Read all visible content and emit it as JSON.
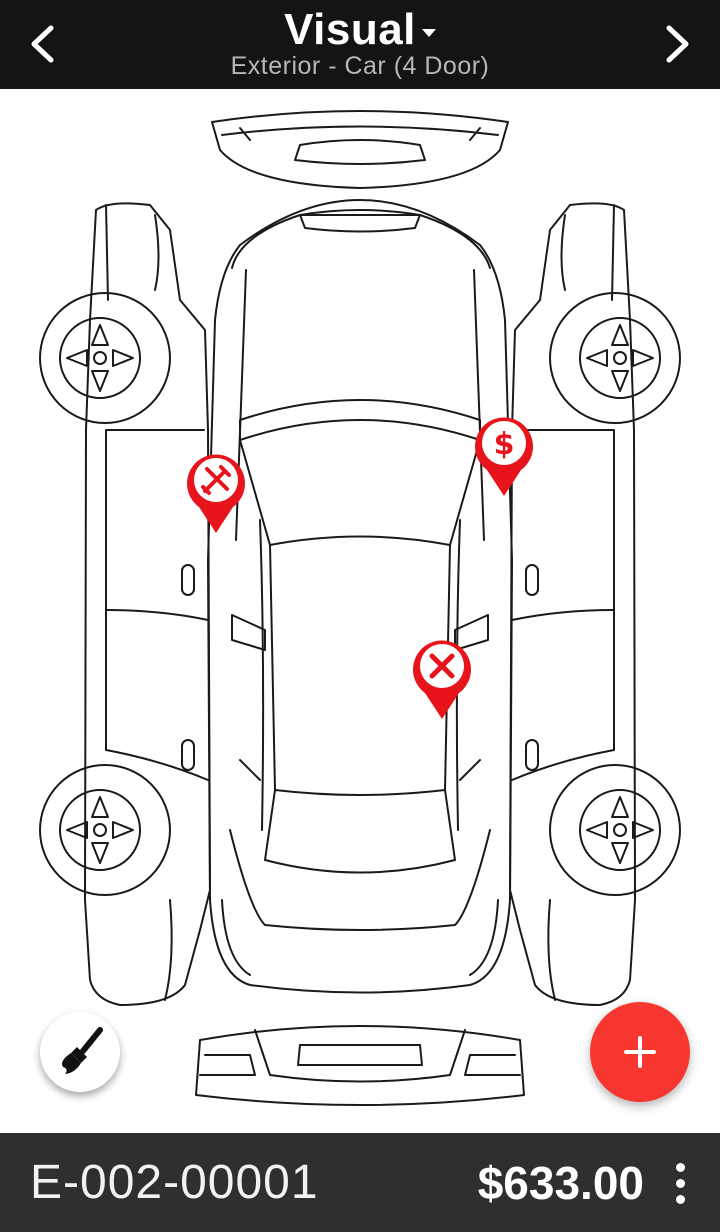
{
  "header": {
    "title": "Visual",
    "subtitle": "Exterior - Car (4 Door)",
    "prev_icon": "chevron-left-icon",
    "next_icon": "chevron-right-icon",
    "dropdown_icon": "caret-down-icon"
  },
  "markers": [
    {
      "type": "repair",
      "icon": "wrench-screwdriver-icon"
    },
    {
      "type": "cost",
      "icon": "dollar-icon",
      "label": "$"
    },
    {
      "type": "replace",
      "icon": "x-icon"
    }
  ],
  "actions": {
    "brush_icon": "paint-brush-icon",
    "add_icon": "plus-icon"
  },
  "footer": {
    "estimate_id": "E-002-00001",
    "total": "$633.00",
    "more_icon": "more-vertical-icon"
  },
  "colors": {
    "header_bg": "#141414",
    "footer_bg": "#2f2f2f",
    "accent_red": "#f6362f",
    "marker_red": "#e8141c",
    "line": "#1a1a1a"
  }
}
